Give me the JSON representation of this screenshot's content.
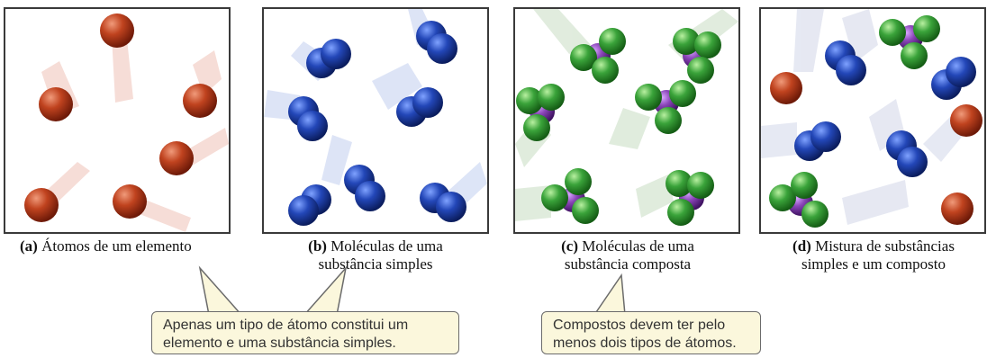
{
  "panels": [
    {
      "letter": "(a)",
      "caption_line1": "Átomos de um elemento",
      "caption_line2": ""
    },
    {
      "letter": "(b)",
      "caption_line1": "Moléculas de uma",
      "caption_line2": "substância simples"
    },
    {
      "letter": "(c)",
      "caption_line1": "Moléculas de uma",
      "caption_line2": "substância composta"
    },
    {
      "letter": "(d)",
      "caption_line1": "Mistura de substâncias",
      "caption_line2": "simples e um composto"
    }
  ],
  "callouts": [
    {
      "line1": "Apenas um tipo de átomo constitui um",
      "line2": "elemento e uma substância simples."
    },
    {
      "line1": "Compostos devem ter pelo",
      "line2": "menos dois tipos de átomos."
    }
  ],
  "colors": {
    "red_atom": "#b23a1c",
    "blue_atom": "#1f46b0",
    "green_atom": "#3aa33a",
    "purple_atom": "#8a45b8",
    "callout_bg": "#fbf7dc"
  }
}
